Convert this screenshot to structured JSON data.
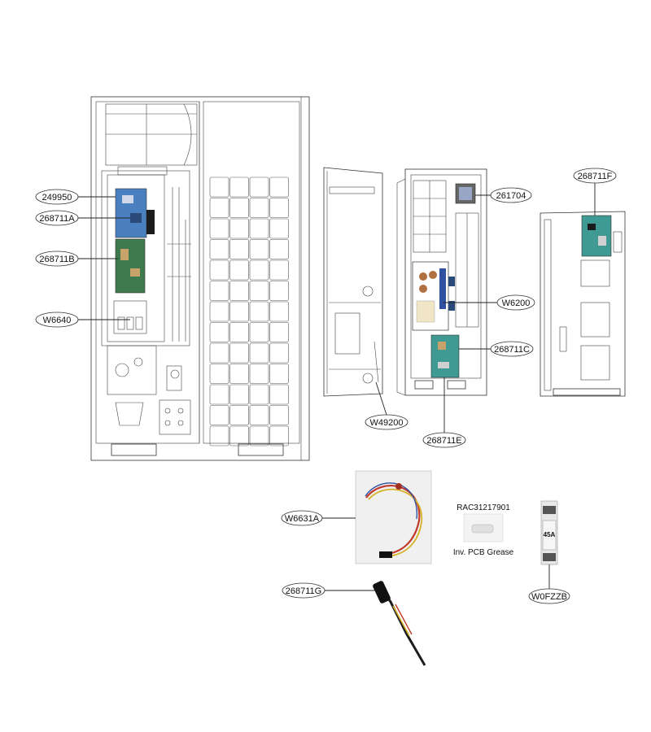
{
  "callouts": {
    "c249950": "249950",
    "c268711A": "268711A",
    "c268711B": "268711B",
    "cW6640": "W6640",
    "c261704": "261704",
    "c268711F": "268711F",
    "cW6200": "W6200",
    "c268711C": "268711C",
    "cW49200": "W49200",
    "c268711E": "268711E",
    "cW6631A": "W6631A",
    "c268711G": "268711G",
    "cW0FZZB": "W0FZZB"
  },
  "grease": {
    "part_no": "RAC31217901",
    "caption": "Inv. PCB Grease"
  },
  "fuse_rating": "45A",
  "colors": {
    "pcb_blue": "#4a7fc0",
    "pcb_green": "#3f7a4f",
    "pcb_teal": "#3e9a92",
    "wire_red": "#c0392b",
    "wire_yellow": "#d4b22a",
    "wire_blue": "#3050a0"
  }
}
